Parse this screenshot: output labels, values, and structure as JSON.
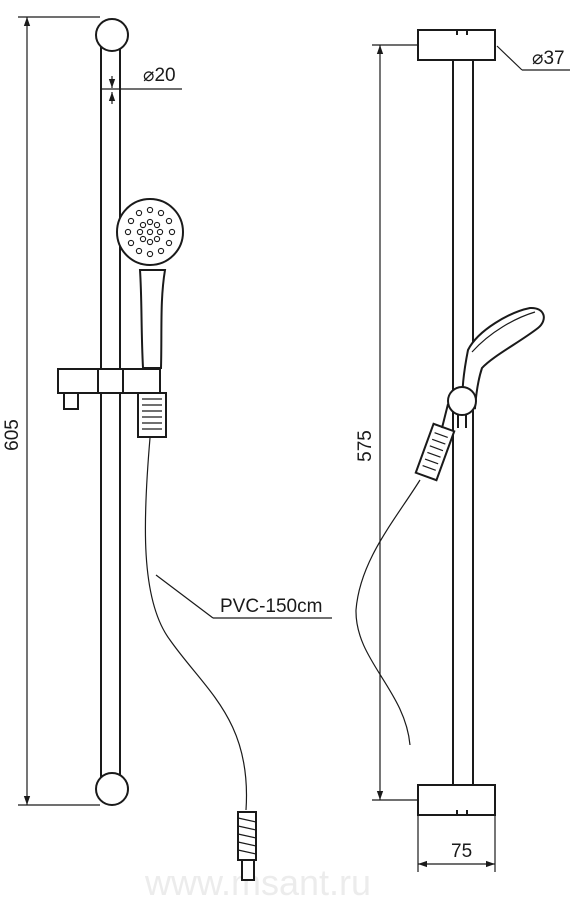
{
  "dimensions": {
    "total_height": "605",
    "rail_diameter": "⌀20",
    "pvc_hose": "PVC-150cm",
    "bracket_diameter": "⌀37",
    "center_distance": "575",
    "bracket_depth": "75"
  },
  "watermark": "www.msant.ru",
  "colors": {
    "line": "#1a1a1a",
    "watermark": "#ececec"
  }
}
